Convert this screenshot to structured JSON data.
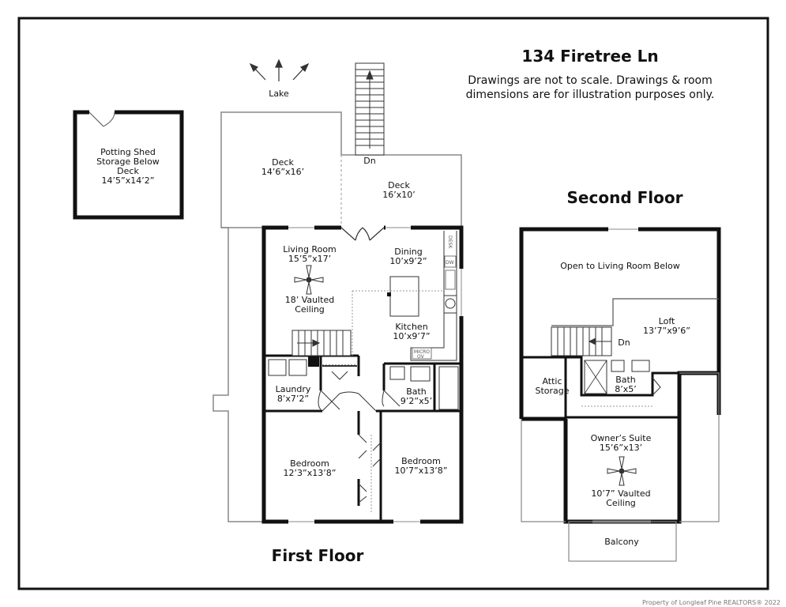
{
  "header": {
    "address": "134 Firetree Ln",
    "disclaimer_line1": "Drawings are not to scale. Drawings & room",
    "disclaimer_line2": "dimensions are for illustration purposes only."
  },
  "floors": {
    "first": "First Floor",
    "second": "Second Floor"
  },
  "orientation": {
    "label": "Lake"
  },
  "first_floor_rooms": {
    "shed": {
      "line1": "Potting Shed",
      "line2": "Storage Below",
      "line3": "Deck",
      "dims": "14’5”x14’2”"
    },
    "deck_left": {
      "name": "Deck",
      "dims": "14’6”x16’"
    },
    "deck_right": {
      "name": "Deck",
      "dims": "16’x10’"
    },
    "stairs_down": "Dn",
    "living": {
      "name": "Living Room",
      "dims": "15’5”x17’",
      "note1": "18’ Vaulted",
      "note2": "Ceiling"
    },
    "dining": {
      "name": "Dining",
      "dims": "10’x9’2”"
    },
    "kitchen": {
      "name": "Kitchen",
      "dims": "10’x9’7”"
    },
    "laundry": {
      "name": "Laundry",
      "dims": "8’x7’2”"
    },
    "bath": {
      "name": "Bath",
      "dims": "9’2”x5’"
    },
    "bedroom_left": {
      "name": "Bedroom",
      "dims": "12’3”x13’8”"
    },
    "bedroom_right": {
      "name": "Bedroom",
      "dims": "10’7”x13’8”"
    },
    "fixtures": {
      "desk": "DESK",
      "dw": "DW",
      "micro": "MICRO",
      "ov": "OV"
    }
  },
  "second_floor_rooms": {
    "open": "Open to Living Room Below",
    "loft": {
      "name": "Loft",
      "dims": "13’7”x9’6”"
    },
    "stairs_down": "Dn",
    "attic": {
      "line1": "Attic",
      "line2": "Storage"
    },
    "bath": {
      "name": "Bath",
      "dims": "8’x5’"
    },
    "owners": {
      "name": "Owner’s Suite",
      "dims": "15’6”x13’",
      "note1": "10’7” Vaulted",
      "note2": "Ceiling"
    },
    "balcony": "Balcony"
  },
  "credit": "Property of Longleaf Pine REALTORS®  2022"
}
